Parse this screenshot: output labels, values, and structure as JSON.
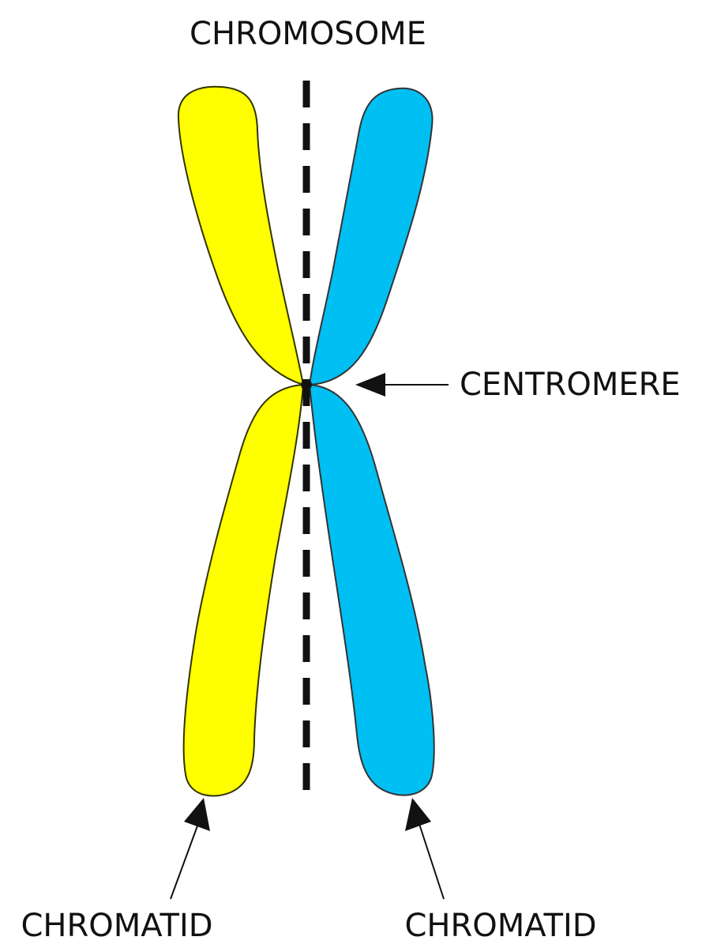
{
  "diagram": {
    "title": "CHROMOSOME",
    "centromere_label": "CENTROMERE",
    "left_chromatid_label": "CHROMATID",
    "right_chromatid_label": "CHROMATID"
  },
  "colors": {
    "left_chromatid": "#ffff00",
    "right_chromatid": "#00bff3",
    "outline": "#333300",
    "axis_line": "#111111",
    "text": "#111111",
    "background": "#ffffff"
  }
}
